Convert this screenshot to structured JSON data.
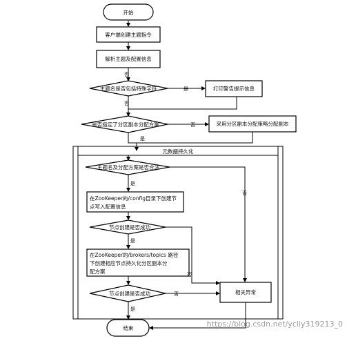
{
  "nodes": {
    "start": "开始",
    "client_cmd": "客户端创建主题指令",
    "parse": "解析主题及配置信息",
    "has_special": "主题名是否包括特殊字符",
    "print_warn": "打印警告提示信息",
    "has_plan": "是否指定了分区副本分配方案",
    "use_strategy": "采用分区副本分配策略分配副本",
    "persist_title": "元数据持久化",
    "valid_check": "主题名及分配方案是否合法",
    "zk_config_1": "在ZooKeeper的/config目录下创建节",
    "zk_config_2": "点写入配置信息",
    "node_ok_1": "节点创建是否成功",
    "zk_brokers_1": "在ZooKeeper的/brokers/topics 路径",
    "zk_brokers_2": "下创建相应节点持久化分区副本分",
    "zk_brokers_3": "配方案",
    "node_ok_2": "节点创建是否成功",
    "error": "相关异常",
    "end": "结束"
  },
  "labels": {
    "yes": "是",
    "no": "否"
  },
  "watermark": "https://blog.csdn.net/ycliy319213_0"
}
